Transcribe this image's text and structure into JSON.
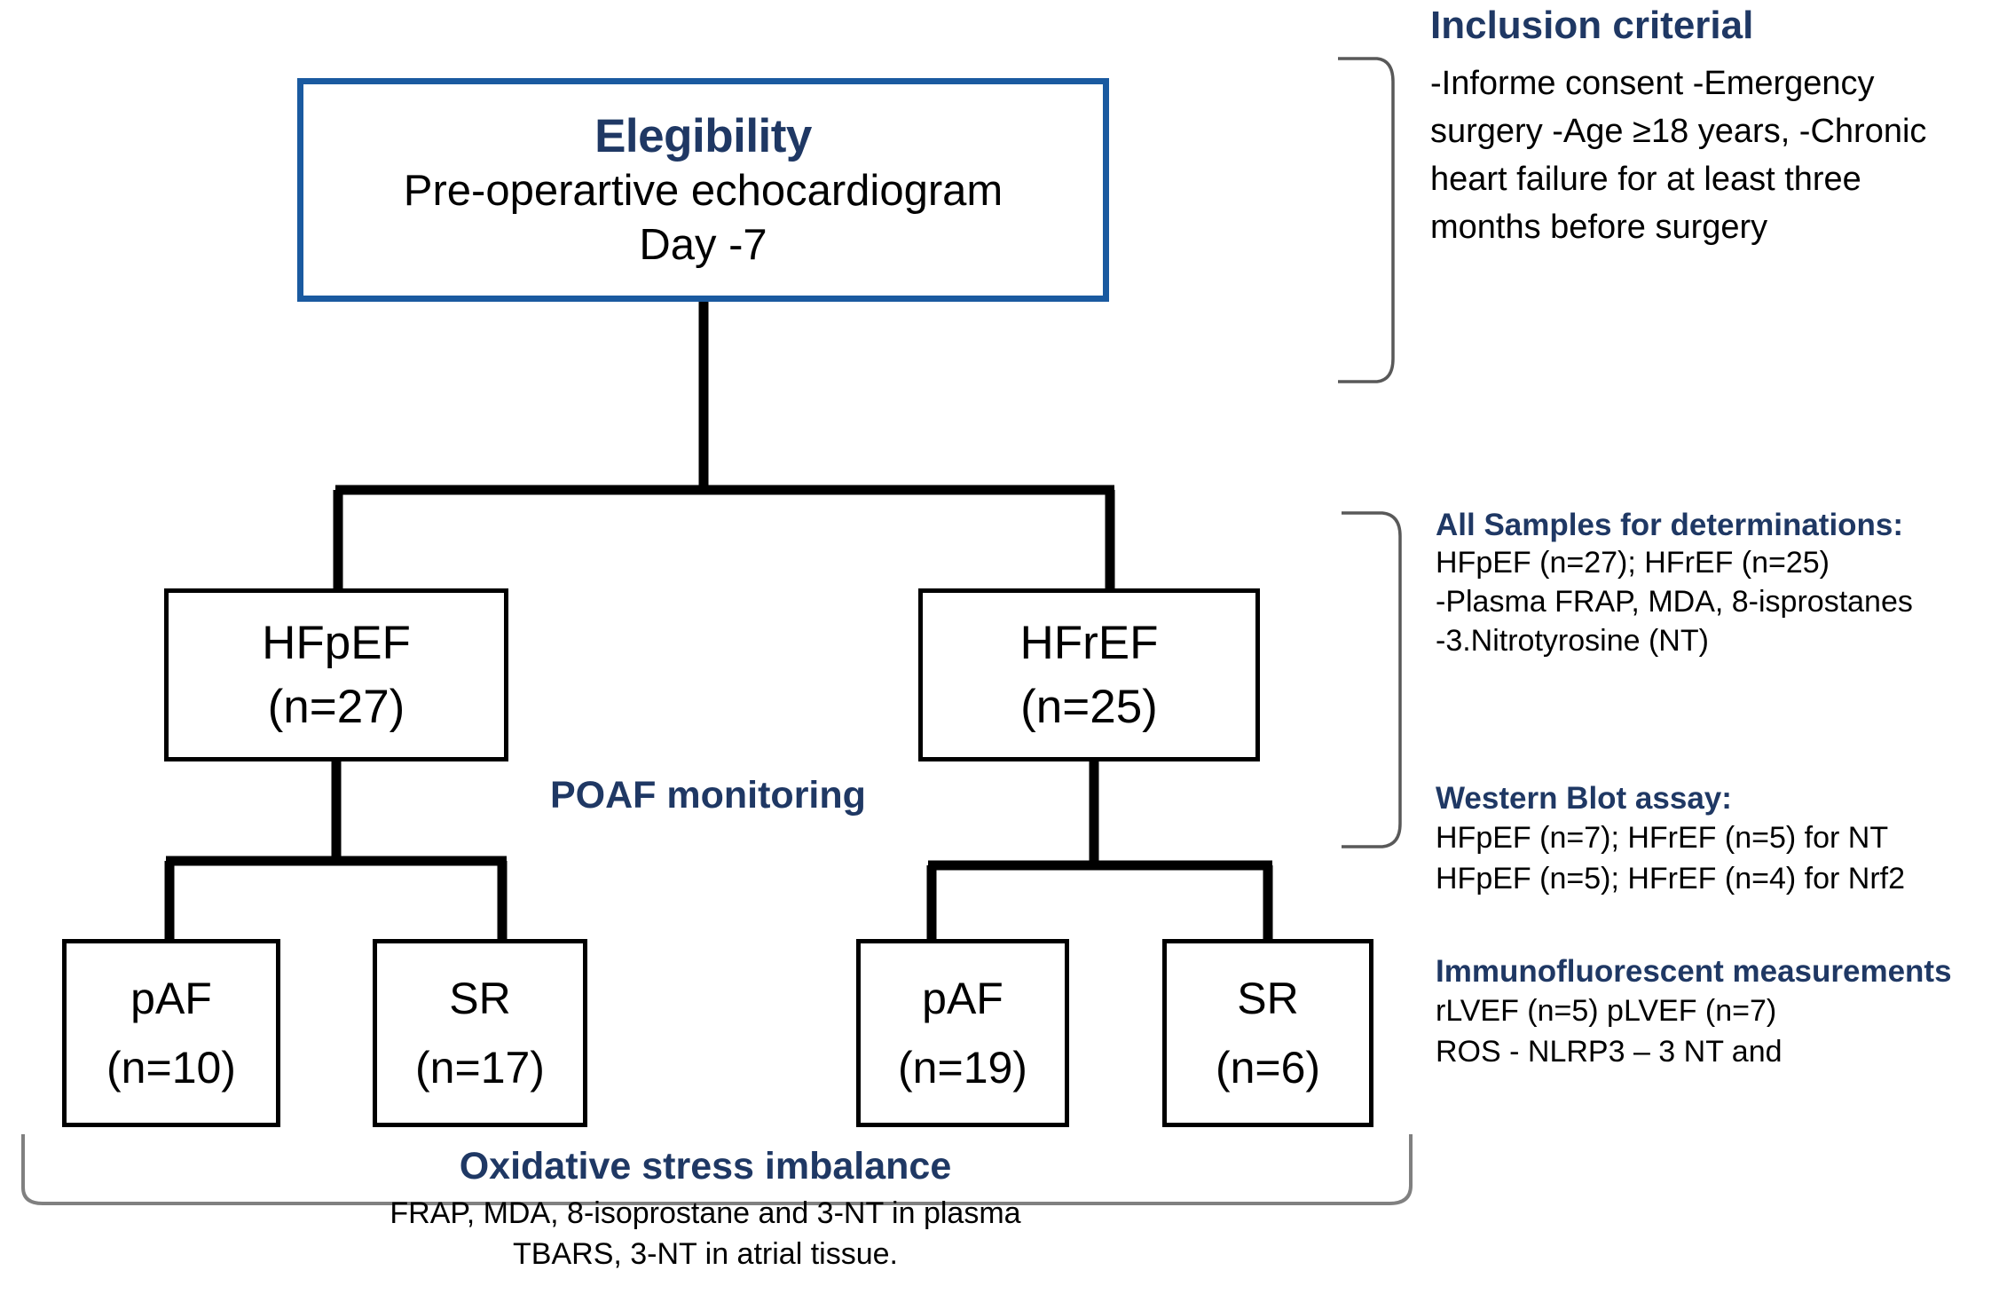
{
  "flowchart": {
    "title_box": {
      "heading": "Elegibility",
      "line2": "Pre-operartive echocardiogram",
      "line3": "Day -7",
      "border_color": "#1A5AA0",
      "heading_color": "#1F3864"
    },
    "group_boxes": [
      {
        "label": "HFpEF",
        "count": "(n=27)"
      },
      {
        "label": "HFrEF",
        "count": "(n=25)"
      }
    ],
    "leaf_boxes": [
      {
        "label": "pAF",
        "count": "(n=10)"
      },
      {
        "label": "SR",
        "count": "(n=17)"
      },
      {
        "label": "pAF",
        "count": "(n=19)"
      },
      {
        "label": "SR",
        "count": "(n=6)"
      }
    ],
    "middle_label": "POAF monitoring",
    "summary": {
      "title": "Oxidative stress imbalance",
      "line1": "FRAP, MDA, 8-isoprostane and 3-NT in plasma",
      "line2": "TBARS, 3-NT in atrial tissue."
    }
  },
  "annotations": {
    "inclusion": {
      "heading": "Inclusion criterial",
      "body": "-Informe consent\n-Emergency surgery\n-Age ≥18 years,\n-Chronic heart failure for at least three months before surgery"
    },
    "samples": {
      "heading": "All Samples for determinations:",
      "line1": "HFpEF (n=27); HFrEF (n=25)",
      "line2": "-Plasma FRAP, MDA, 8-isprostanes",
      "line3": "-3.Nitrotyrosine (NT)"
    },
    "western_blot": {
      "heading": "Western Blot assay:",
      "line1": "HFpEF (n=7); HFrEF (n=5) for NT",
      "line2": "HFpEF (n=5); HFrEF (n=4) for Nrf2"
    },
    "immunofluorescent": {
      "heading": "Immunofluorescent measurements",
      "line1": "rLVEF (n=5)   pLVEF (n=7)",
      "line2": "ROS - NLRP3 – 3 NT and"
    }
  },
  "colors": {
    "accent_blue": "#1F3864",
    "box_border_blue": "#1A5AA0",
    "connector": "#000000",
    "brace": "#595959"
  }
}
